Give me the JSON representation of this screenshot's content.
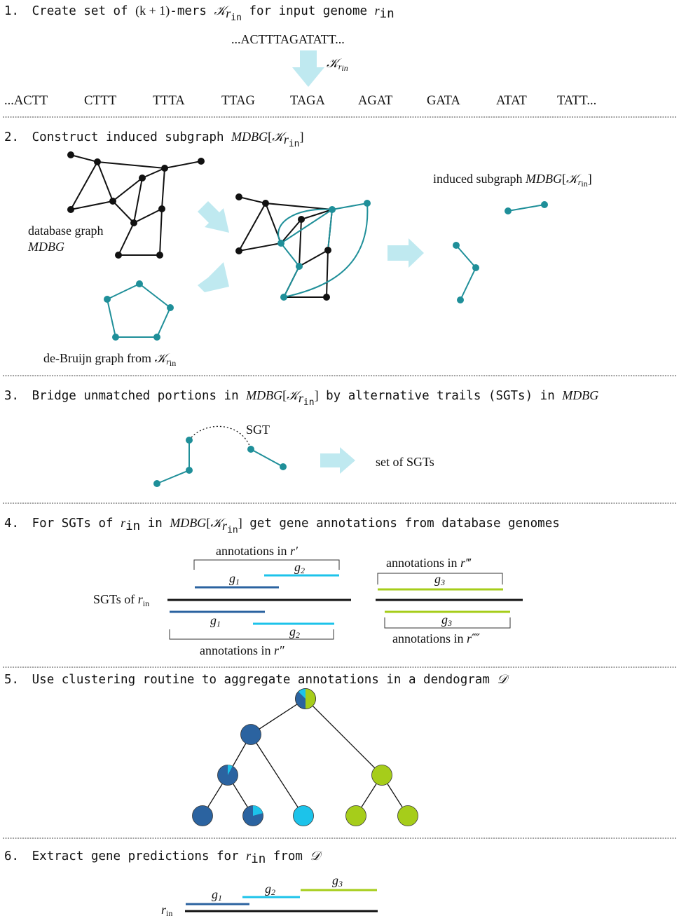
{
  "steps": [
    {
      "number": "1.",
      "text_a": "Create set of ",
      "math": "(k + 1)",
      "text_b": "-mers ",
      "sym": "𝒦",
      "sub_r": "r",
      "sub_in": "in",
      "text_c": " for input genome ",
      "r": "r",
      "r_sub": "in"
    },
    {
      "number": "2.",
      "text_a": "Construct induced subgraph ",
      "math": "MDBG",
      "bracket_open": "[",
      "sym": "𝒦",
      "sub_r": "r",
      "sub_in": "in",
      "bracket_close": "]"
    },
    {
      "number": "3.",
      "text_a": "Bridge unmatched portions in ",
      "math": "MDBG",
      "bracket_open": "[",
      "sym": "𝒦",
      "sub_r": "r",
      "sub_in": "in",
      "bracket_close": "]",
      "text_b": " by alternative trails (SGTs) in ",
      "math2": "MDBG"
    },
    {
      "number": "4.",
      "text_a": "For SGTs of ",
      "r": "r",
      "r_sub": "in",
      "text_b": " in ",
      "math": "MDBG",
      "bracket_open": "[",
      "sym": "𝒦",
      "sub_r": "r",
      "sub_in": "in",
      "bracket_close": "]",
      "text_c": " get gene annotations from database genomes"
    },
    {
      "number": "5.",
      "text_a": "Use clustering routine to aggregate annotations in a dendogram ",
      "sym": "𝒟"
    },
    {
      "number": "6.",
      "text_a": "Extract gene predictions for ",
      "r": "r",
      "r_sub": "in",
      "text_b": " from ",
      "sym": "𝒟"
    }
  ],
  "step1": {
    "genome": "...ACTTTAGATATT...",
    "arrow_label": "𝒦",
    "arrow_label_sub": "r",
    "arrow_label_subsub": "in",
    "kmers": [
      "...ACTT",
      "CTTT",
      "TTTA",
      "TTAG",
      "TAGA",
      "AGAT",
      "GATA",
      "ATAT",
      "TATT..."
    ]
  },
  "step2": {
    "database_label_1": "database graph",
    "database_label_2": "MDBG",
    "debruijn_label": "de-Bruijn graph from ",
    "debruijn_sym": "𝒦",
    "debruijn_sub": "r",
    "debruijn_subsub": "in",
    "induced_label": "induced subgraph ",
    "induced_math": "MDBG",
    "induced_open": "[",
    "induced_sym": "𝒦",
    "induced_sub": "r",
    "induced_subsub": "in",
    "induced_close": "]"
  },
  "step3": {
    "sgt_label": "SGT",
    "result_label": "set of SGTs"
  },
  "step4": {
    "sgts_label": "SGTs of ",
    "sgts_r": "r",
    "sgts_sub": "in",
    "ann_r1": "annotations in ",
    "ann_r1_sym": "r′",
    "ann_r2": "annotations in ",
    "ann_r2_sym": "r″",
    "ann_r3": "annotations in ",
    "ann_r3_sym": "r‴",
    "ann_r4": "annotations in ",
    "ann_r4_sym": "r⁗",
    "g1": "g",
    "g1_sub": "1",
    "g2": "g",
    "g2_sub": "2",
    "g3": "g",
    "g3_sub": "3"
  },
  "step6": {
    "r_label": "r",
    "r_sub": "in",
    "g1": "g",
    "g1_sub": "1",
    "g2": "g",
    "g2_sub": "2",
    "g3": "g",
    "g3_sub": "3"
  },
  "colors": {
    "g1": "#2b63a0",
    "g2": "#1cc3ea",
    "g3": "#a6cd1a",
    "teal": "#1f8f99",
    "arrow": "#bfe9f0"
  }
}
